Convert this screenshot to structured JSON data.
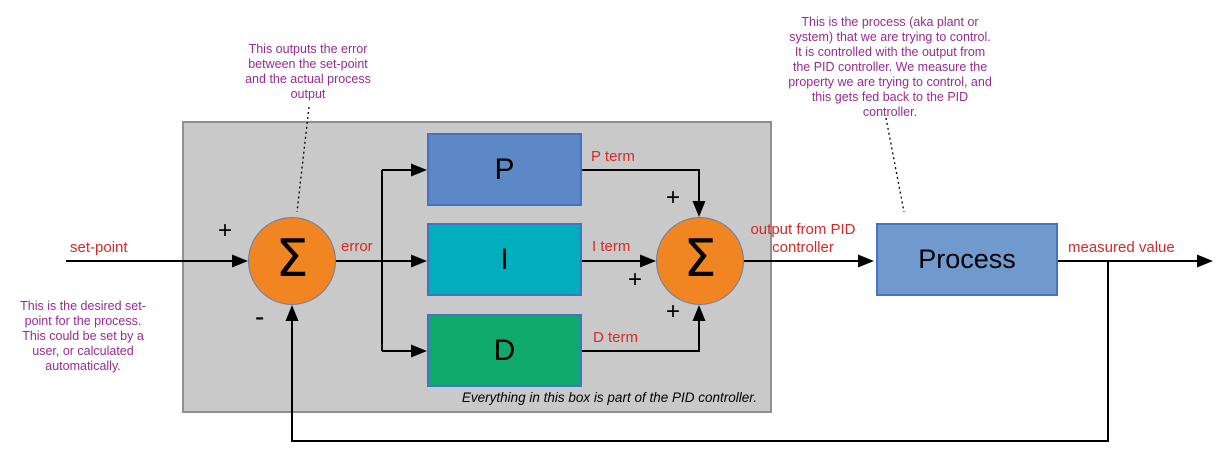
{
  "blocks": {
    "p": "P",
    "i": "I",
    "d": "D",
    "process": "Process",
    "sigma": "Σ"
  },
  "labels": {
    "setpoint": "set-point",
    "error": "error",
    "p_term": "P term",
    "i_term": "I term",
    "d_term": "D term",
    "output": "output from PID controller",
    "measured": "measured value",
    "caption": "Everything in this box is part of the PID controller."
  },
  "signs": {
    "plus": "+",
    "minus": "-"
  },
  "annotations": {
    "error_note": "This outputs the error\nbetween the set-point\nand the actual process\noutput",
    "setpoint_note": "This is the desired set-\npoint for the process.\nThis could be set by a\nuser, or calculated\nautomatically.",
    "process_note": "This is the process (aka plant or\nsystem) that we are trying to control.\nIt is controlled with the output from\nthe PID controller. We measure the\nproperty we are trying to control, and\nthis gets fed back to the PID\ncontroller."
  },
  "colors": {
    "p_block": "#5c88c6",
    "i_block": "#00aebd",
    "d_block": "#10a96c",
    "process_block": "#7099ce",
    "sum_circle": "#f08522",
    "controller_box_fill": "#c9c9c9",
    "label_red": "#d42a29",
    "note_purple": "#982b91"
  }
}
